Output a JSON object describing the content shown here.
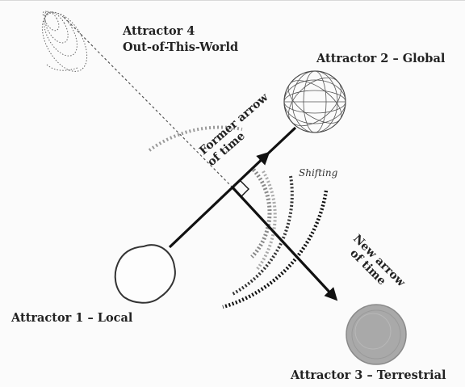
{
  "labels": {
    "attractor4_line1": "Attractor 4",
    "attractor4_line2": "Out-of-This-World",
    "attractor2": "Attractor 2 – Global",
    "attractor1": "Attractor 1 – Local",
    "attractor3": "Attractor 3 – Terrestrial",
    "former_line1": "Former arrow",
    "former_line2": "of time",
    "new_line1": "New arrow",
    "new_line2": "of time",
    "shifting": "Shifting"
  },
  "colors": {
    "ink": "#1a1a1a",
    "terrestrial_fill": "#a9a9a9",
    "dotted": "#555555"
  }
}
